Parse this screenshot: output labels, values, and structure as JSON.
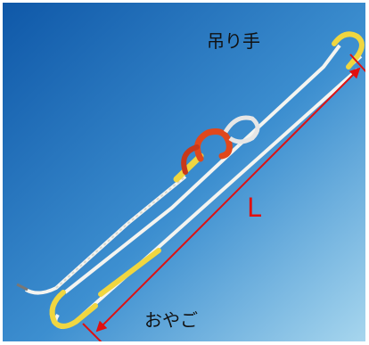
{
  "labels": {
    "top": "吊り手",
    "bottom": "おやご",
    "length": "L"
  },
  "colors": {
    "background_top": "#1560b0",
    "background_bottom": "#9fd0ea",
    "rope": "#f4f4f0",
    "sleeve": "#f0d640",
    "hook": "#e0481c",
    "dimension_line": "#e01010"
  }
}
